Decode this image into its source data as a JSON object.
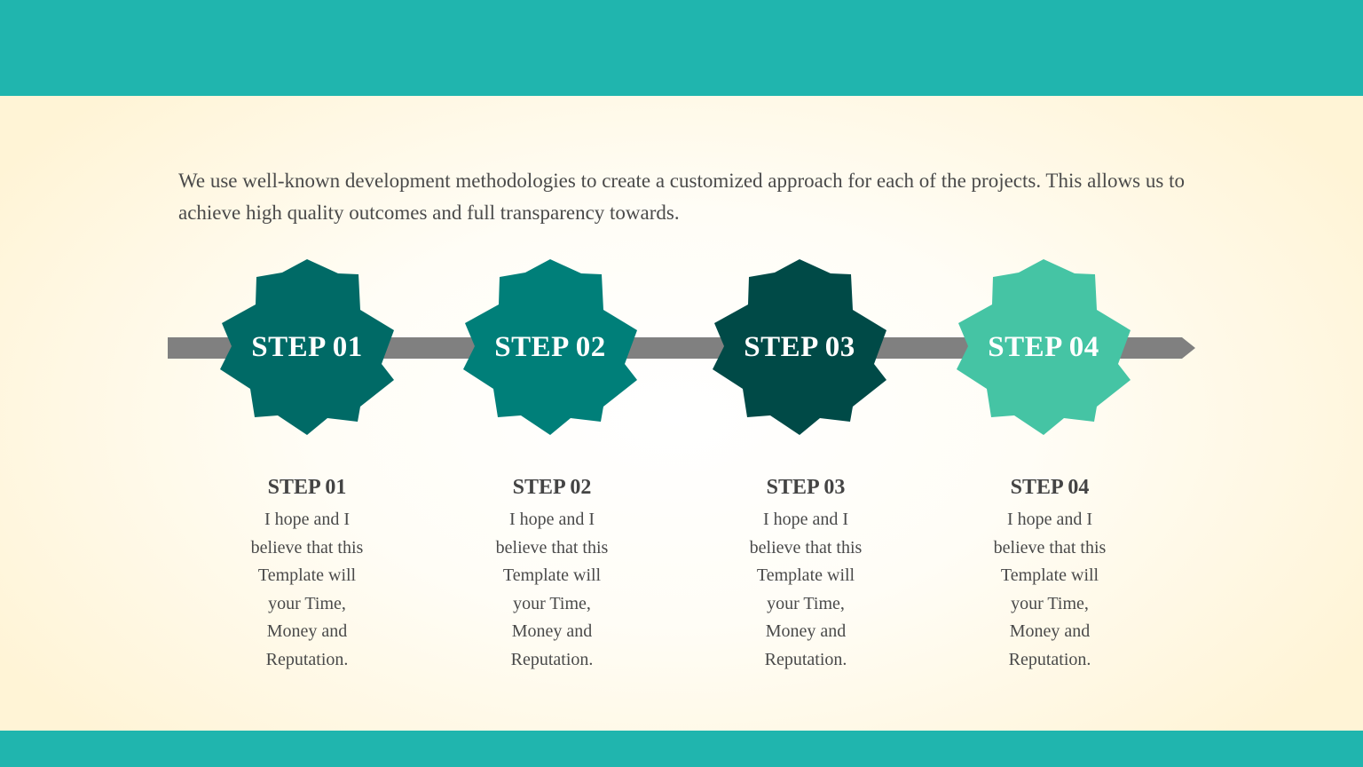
{
  "intro": {
    "text": "We use well-known development methodologies to create a customized approach for each of the projects. This allows us to achieve high quality outcomes and full transparency towards."
  },
  "steps": [
    {
      "badge": "STEP 01",
      "title": "STEP 01",
      "body": "I hope and I believe that this Template will your Time, Money and Reputation.",
      "color": "#006a66"
    },
    {
      "badge": "STEP 02",
      "title": "STEP 02",
      "body": "I hope and I believe that this Template will your Time, Money and Reputation.",
      "color": "#007f79"
    },
    {
      "badge": "STEP 03",
      "title": "STEP 03",
      "body": "I hope and I believe that this Template will your Time, Money and Reputation.",
      "color": "#004a47"
    },
    {
      "badge": "STEP 04",
      "title": "STEP 04",
      "body": "I hope and I believe that this Template will your Time, Money and Reputation.",
      "color": "#45c4a4"
    }
  ],
  "colors": {
    "band": "#20b5ae",
    "arrow": "#808080",
    "text": "#4a4a4a"
  }
}
